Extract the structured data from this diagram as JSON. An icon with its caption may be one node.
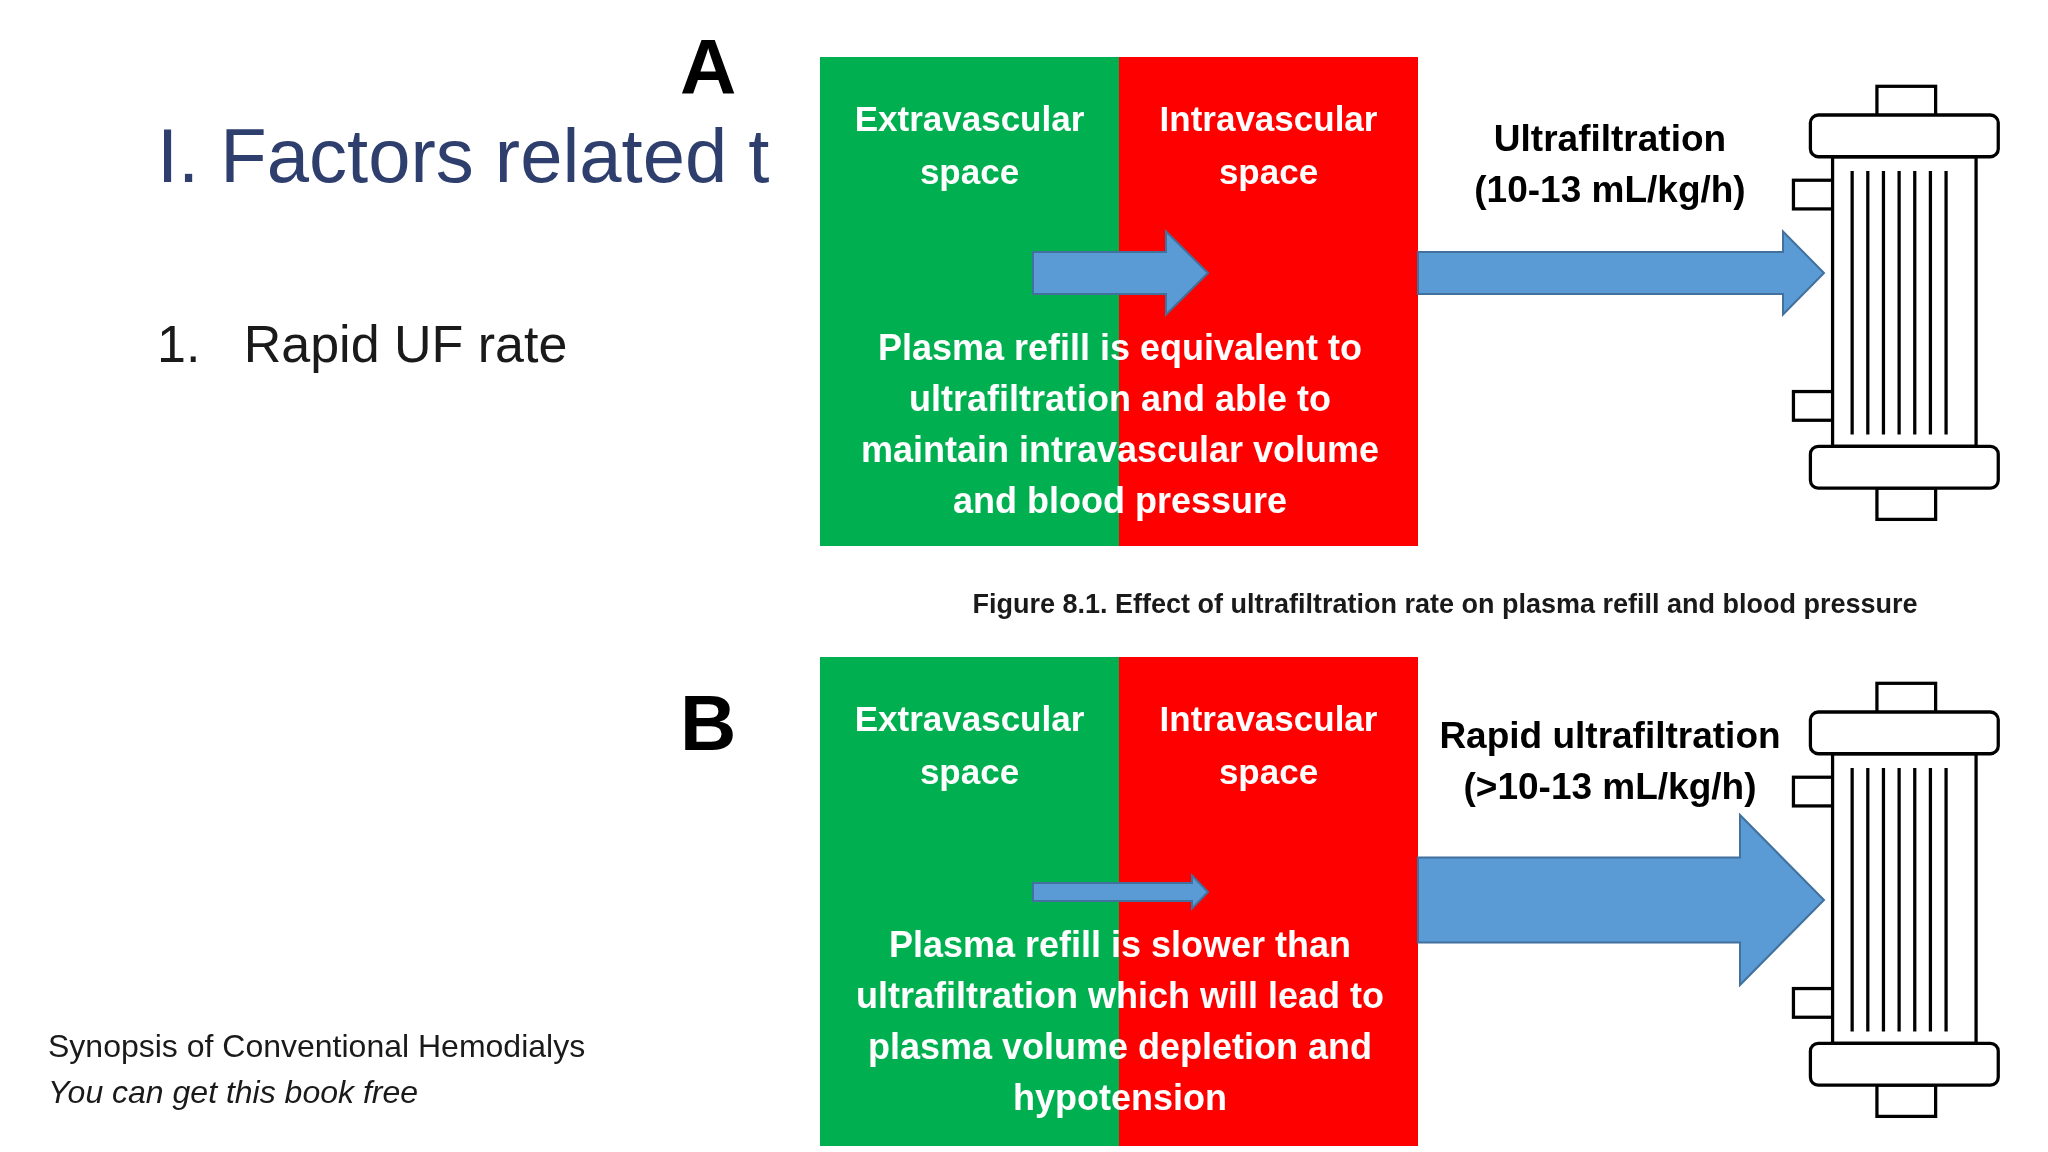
{
  "diagram": {
    "title": "I. Factors related t",
    "caption": "Figure 8.1. Effect of ultrafiltration rate on plasma refill and blood pressure",
    "nodes": [
      {
        "text": [
          "Plasma refill is equivalent to ultrafiltration and able to maintain intravascular volume and blood pressure"
        ],
        "beside": [
          "A"
        ]
      },
      {
        "text": [
          "Extravascular space"
        ],
        "in": 0
      },
      {
        "text": [
          "Intravascular space"
        ],
        "in": 0
      },
      {
        "text": [],
        "shape": "picture"
      },
      {
        "text": [
          "Plasma refill is slower than ultrafiltration which will lead to plasma volume depletion and hypotension"
        ],
        "beside": [
          "B"
        ]
      },
      {
        "text": [
          "Extravascular space"
        ],
        "in": 4
      },
      {
        "text": [
          "Intravascular space"
        ],
        "in": 4
      },
      {
        "text": [],
        "shape": "picture"
      }
    ],
    "edges": [
      {
        "from": 1,
        "to": 2,
        "arrow": "to"
      },
      {
        "from": 2,
        "to": 3,
        "arrow": "to",
        "label": "Ultrafiltration (10-13 mL/kg/h)"
      },
      {
        "from": 5,
        "to": 6,
        "arrow": "to"
      },
      {
        "from": 6,
        "to": 7,
        "arrow": "to",
        "label": "Rapid ultrafiltration (>10-13 mL/kg/h)"
      }
    ],
    "labels": [
      "1.   Rapid UF rate",
      "Synopsis of Conventional Hemodialys",
      "You can get this book free"
    ]
  }
}
